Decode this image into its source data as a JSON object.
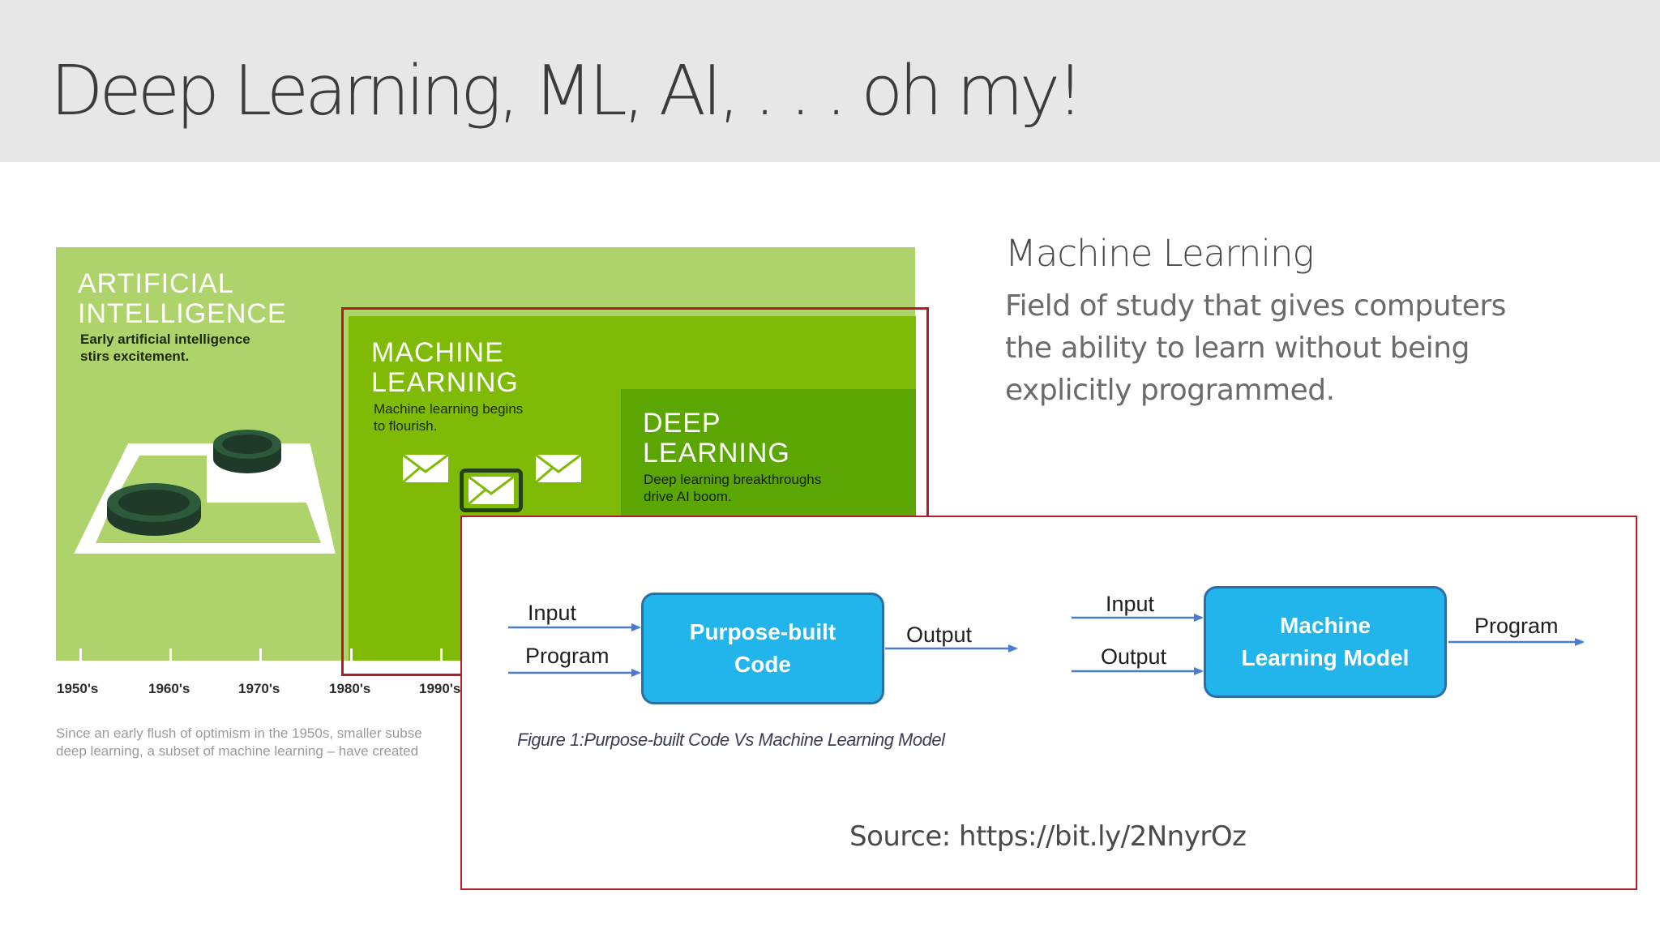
{
  "slide": {
    "title": "Deep Learning, ML, AI, . . . oh my!"
  },
  "illustration": {
    "ai": {
      "title_line1": "ARTIFICIAL",
      "title_line2": "INTELLIGENCE",
      "sub_line1": "Early artificial intelligence",
      "sub_line2": "stirs excitement."
    },
    "ml": {
      "title_line1": "MACHINE",
      "title_line2": "LEARNING",
      "sub_line1": "Machine learning begins",
      "sub_line2": "to flourish."
    },
    "dl": {
      "title_line1": "DEEP",
      "title_line2": "LEARNING",
      "sub_line1": "Deep learning breakthroughs",
      "sub_line2": "drive AI boom."
    },
    "timeline": [
      "1950's",
      "1960's",
      "1970's",
      "1980's",
      "1990's"
    ],
    "caption_line1": "Since an early flush of optimism in the 1950s, smaller subse",
    "caption_line2": "deep learning, a subset of machine learning – have created",
    "colors": {
      "ai": "#aed36a",
      "ml": "#7fbb06",
      "dl": "#5ca604",
      "outline": "#b21c25"
    }
  },
  "definition": {
    "heading": "Machine Learning",
    "line1": "Field of study that gives computers",
    "line2": "the ability to learn without being",
    "line3": "explicitly programmed."
  },
  "diagram": {
    "left": {
      "input": "Input",
      "program": "Program",
      "box_line1": "Purpose-built",
      "box_line2": "Code",
      "output": "Output"
    },
    "right": {
      "input": "Input",
      "output": "Output",
      "box_line1": "Machine",
      "box_line2": "Learning Model",
      "program": "Program"
    },
    "figure_caption": "Figure 1:Purpose-built Code Vs Machine Learning Model",
    "source": "Source: https://bit.ly/2NnyrOz",
    "colors": {
      "box_fill": "#21b5ec",
      "box_border": "#2b6fa5",
      "arrow": "#4a7bd0",
      "frame": "#b32029"
    }
  }
}
